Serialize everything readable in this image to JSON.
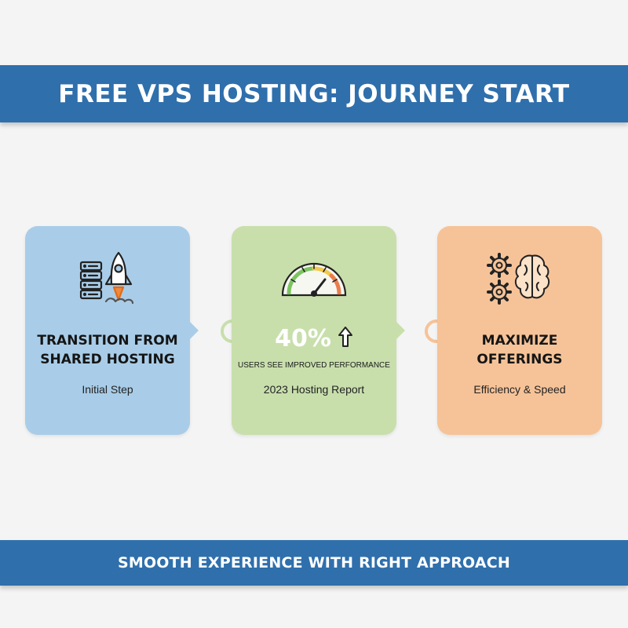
{
  "header": {
    "title": "FREE VPS HOSTING: JOURNEY START"
  },
  "cards": [
    {
      "icon": "server-rocket-icon",
      "title_lines": [
        "TRANSITION FROM",
        "SHARED HOSTING"
      ],
      "subtitle": "Initial Step",
      "color": "#a9cde8"
    },
    {
      "icon": "speedometer-icon",
      "stat_value": "40%",
      "stat_icon": "arrow-up-icon",
      "stat_label": "USERS SEE IMPROVED PERFORMANCE",
      "subtitle": "2023 Hosting Report",
      "color": "#c8dfac"
    },
    {
      "icon": "gears-brain-icon",
      "title_lines": [
        "MAXIMIZE",
        "OFFERINGS"
      ],
      "subtitle": "Efficiency & Speed",
      "color": "#f6c398"
    }
  ],
  "footer": {
    "text": "SMOOTH EXPERIENCE WITH RIGHT APPROACH"
  },
  "colors": {
    "banner": "#2f6fac",
    "background": "#f4f4f4"
  }
}
